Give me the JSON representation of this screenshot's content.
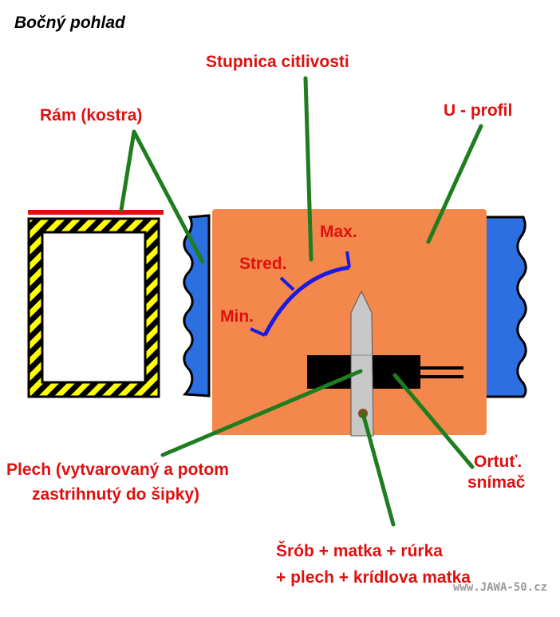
{
  "title": "Bočný pohlad",
  "labels": {
    "scale": "Stupnica citlivosti",
    "frame": "Rám (kostra)",
    "u_profile": "U - profil",
    "max": "Max.",
    "middle": "Stred.",
    "min": "Min.",
    "sheet_line1": "Plech (vytvarovaný a potom",
    "sheet_line2": "zastrihnutý do šipky)",
    "sensor_line1": "Ortuť.",
    "sensor_line2": "snímač",
    "bolt_line1": "Šrób + matka + rúrka",
    "bolt_line2": "+ plech + krídlova matka"
  },
  "watermark": "www.JAWA-50.cz",
  "colors": {
    "label": "#e01010",
    "leader": "#1e7d1e",
    "plate": "#f4874b",
    "profile": "#2b6fe0",
    "scale_arc": "#1a1ae0",
    "frame_stripe_a": "#ffff00",
    "frame_stripe_b": "#000000",
    "top_bar": "#e01010",
    "switch": "#000000",
    "pointer": "#c8c8c8"
  }
}
